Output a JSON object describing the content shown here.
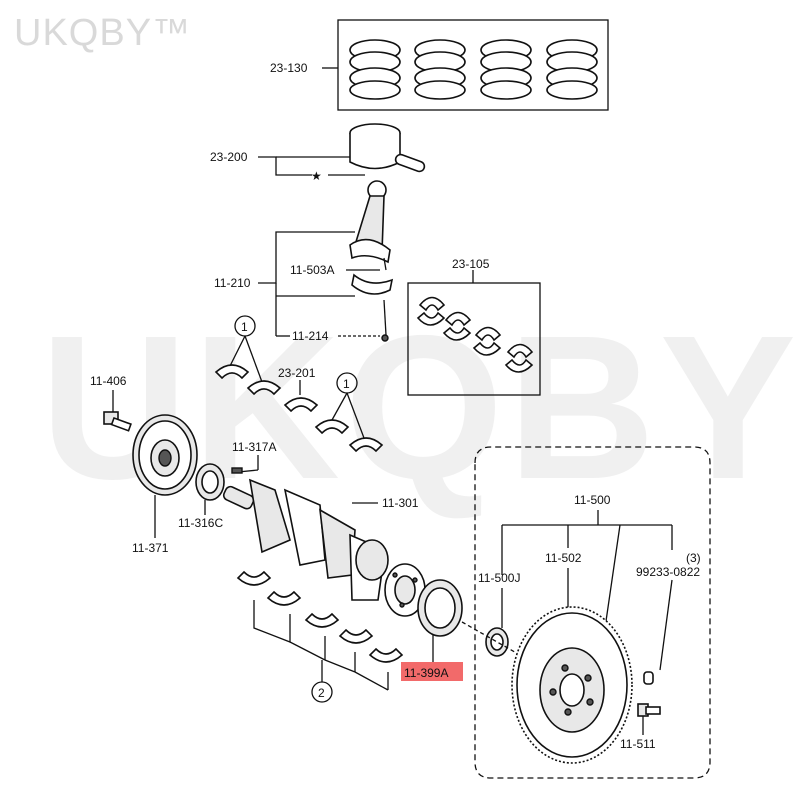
{
  "watermark": {
    "text": "UKQBY™"
  },
  "labels": {
    "rings": "23-130",
    "piston": "23-200",
    "con_rod": "11-210",
    "rod_bolt": "11-503A",
    "rod_nut": "11-214",
    "rod_bearings": "23-105",
    "main_bearing_upper": "23-201",
    "pulley_bolt": "11-406",
    "pulley": "11-371",
    "key": "11-317A",
    "sprocket": "11-316C",
    "crankshaft": "11-301",
    "flywheel_assy": "11-500",
    "pilot": "11-502",
    "bearing": "11-500J",
    "dowel_qty": "(3)",
    "dowel": "99233-0822",
    "rear_seal": "11-399A",
    "flywheel_bolt": "11-511",
    "callout_1": "1",
    "callout_2": "2",
    "star": "★"
  },
  "colors": {
    "highlight": "#f26a6a",
    "ink": "#111111",
    "watermark": "#d9d9d9"
  }
}
